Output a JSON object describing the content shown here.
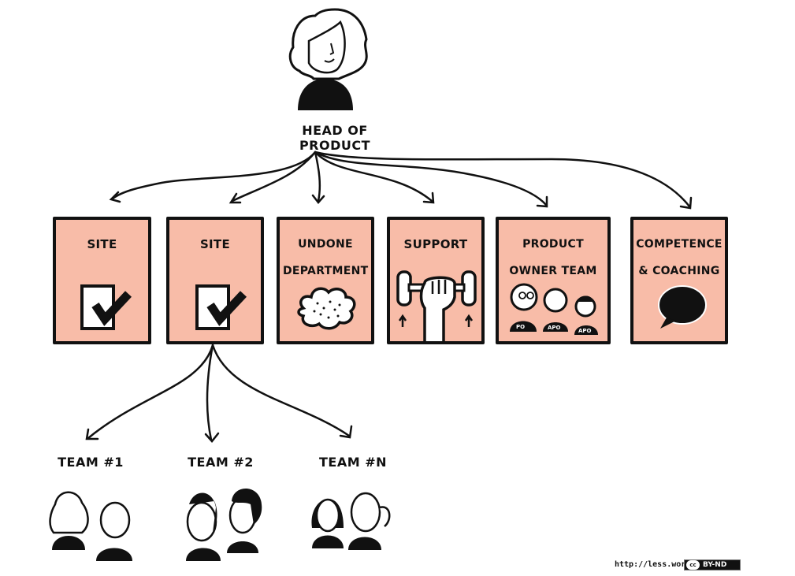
{
  "head": {
    "label": "Head of Product"
  },
  "departments": [
    {
      "label": "Site",
      "icon": "checkbox-icon"
    },
    {
      "label": "Site",
      "icon": "checkbox-icon"
    },
    {
      "label": "Undone Department",
      "icon": "cloud-icon"
    },
    {
      "label": "Support",
      "icon": "dumbbell-icon"
    },
    {
      "label": "Product Owner Team",
      "icon": "people-icon",
      "badges": [
        "PO",
        "APO",
        "APO"
      ]
    },
    {
      "label": "Competence & Coaching",
      "icon": "speech-bubble-icon"
    }
  ],
  "teams": [
    {
      "label": "Team #1"
    },
    {
      "label": "Team #2"
    },
    {
      "label": "Team #N"
    }
  ],
  "footer": {
    "url": "http://less.works",
    "license_logo": "cc",
    "license": "BY-ND"
  },
  "colors": {
    "box_fill": "#f8bca8",
    "ink": "#111111"
  }
}
